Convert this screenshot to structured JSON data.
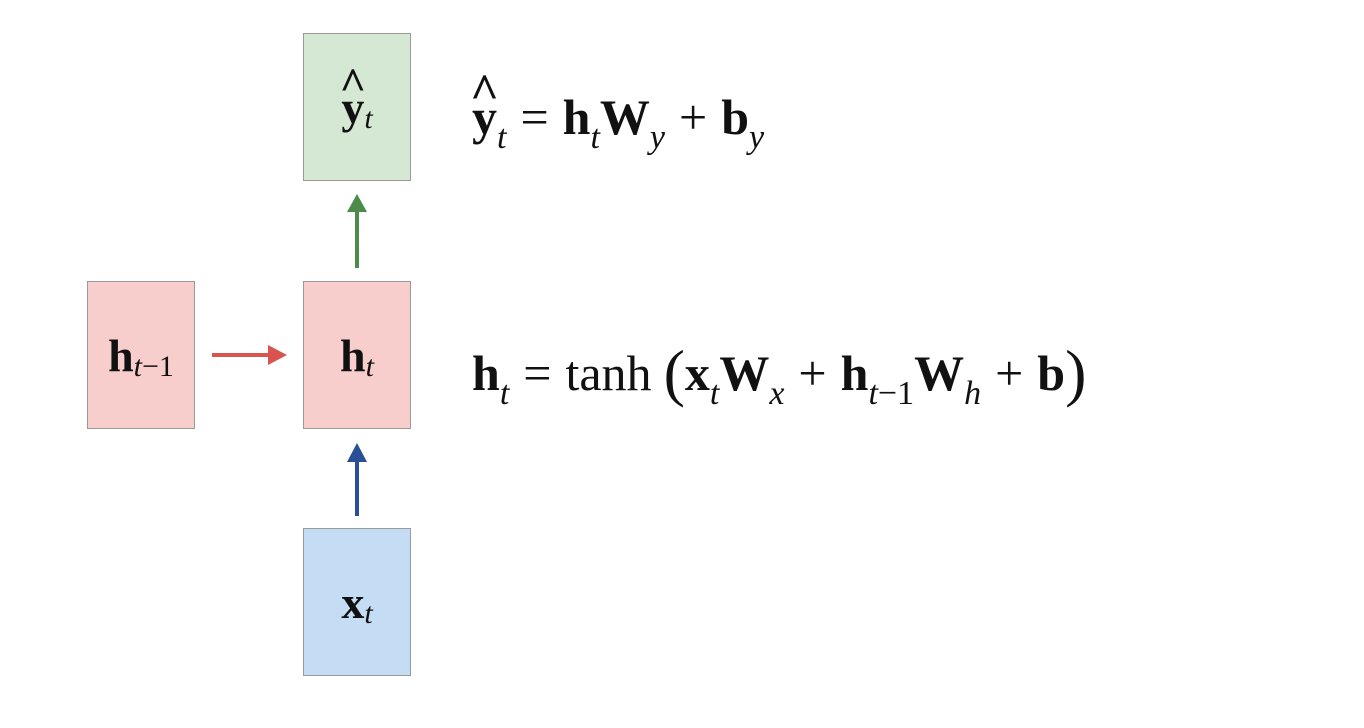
{
  "diagram": {
    "nodes": {
      "output": {
        "base": "y",
        "hat": "^",
        "sub": "t",
        "fill": "#d5e8d4"
      },
      "hidden": {
        "base": "h",
        "sub": "t",
        "fill": "#f8cecc"
      },
      "hidden_prev": {
        "base": "h",
        "sub_italic": "t",
        "sub_minus": "−1",
        "fill": "#f8cecc"
      },
      "input": {
        "base": "x",
        "sub": "t",
        "fill": "#c5dcf5"
      }
    },
    "arrows": {
      "hidden_to_output": {
        "color": "#4d8b4a"
      },
      "prev_to_hidden": {
        "color": "#d9534f"
      },
      "input_to_hidden": {
        "color": "#2a4f96"
      }
    },
    "equations": {
      "output": {
        "lhs_base": "y",
        "lhs_hat": "^",
        "lhs_sub": "t",
        "eq": "=",
        "t1_base": "h",
        "t1_sub": "t",
        "t2_base": "W",
        "t2_sub": "y",
        "plus": "+",
        "t3_base": "b",
        "t3_sub": "y"
      },
      "hidden": {
        "lhs_base": "h",
        "lhs_sub": "t",
        "eq": "=",
        "func": "tanh",
        "lparen": "(",
        "a_base": "x",
        "a_sub": "t",
        "b_base": "W",
        "b_sub": "x",
        "plus1": "+",
        "c_base": "h",
        "c_sub_italic": "t",
        "c_sub_minus": "−1",
        "d_base": "W",
        "d_sub": "h",
        "plus2": "+",
        "e_base": "b",
        "rparen": ")"
      }
    }
  }
}
